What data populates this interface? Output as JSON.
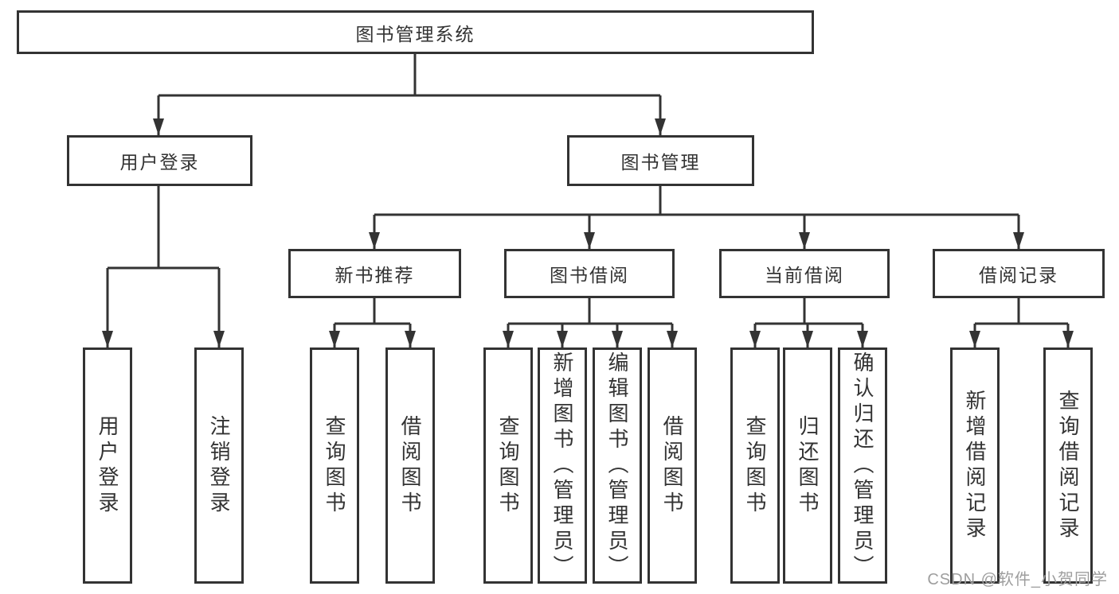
{
  "page": {
    "background": "#ffffff",
    "line_color": "#333333",
    "box_border_color": "#333333",
    "text_color": "#333333"
  },
  "watermark": {
    "text": "CSDN @软件_小贺同学",
    "color": "#9e9e9e"
  },
  "diagram": {
    "type": "tree",
    "root": {
      "label": "图书管理系统"
    },
    "level2": [
      {
        "label": "用户登录"
      },
      {
        "label": "图书管理"
      }
    ],
    "level3": [
      {
        "label": "新书推荐"
      },
      {
        "label": "图书借阅"
      },
      {
        "label": "当前借阅"
      },
      {
        "label": "借阅记录"
      }
    ],
    "leaves": {
      "user_login": [
        {
          "label": "用户登录"
        },
        {
          "label": "注销登录"
        }
      ],
      "new_book_recommend": [
        {
          "label": "查询图书"
        },
        {
          "label": "借阅图书"
        }
      ],
      "book_borrow": [
        {
          "label": "查询图书"
        },
        {
          "label": "新增图书（管理员）"
        },
        {
          "label": "编辑图书（管理员）"
        },
        {
          "label": "借阅图书"
        }
      ],
      "current_borrow": [
        {
          "label": "查询图书"
        },
        {
          "label": "归还图书"
        },
        {
          "label": "确认归还（管理员）"
        }
      ],
      "borrow_records": [
        {
          "label": "新增借阅记录"
        },
        {
          "label": "查询借阅记录"
        }
      ]
    }
  }
}
